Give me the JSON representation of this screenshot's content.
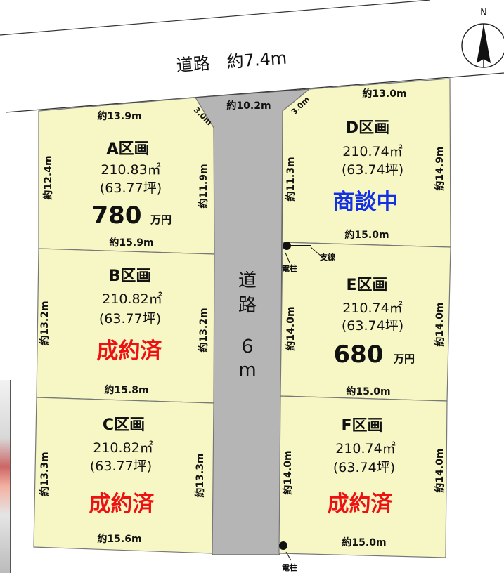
{
  "colors": {
    "lot_fill": "#f7f7c5",
    "road_fill": "#b5b5b5",
    "sold": "#ee1111",
    "negotiating": "#1330e6"
  },
  "road_top_label": "道路　約7.4m",
  "road_center": {
    "c1": "道",
    "c2": "路",
    "c3": "６",
    "c4": "m"
  },
  "north_label": "N",
  "corner_cut": {
    "left": "3.0m",
    "right": "3.0m"
  },
  "road_width_top": "約10.2m",
  "lots": {
    "A": {
      "title": "A区画",
      "area": "210.83㎡",
      "tsubo": "(63.77坪)",
      "price": "780",
      "price_unit": "万円",
      "top": "約13.9m",
      "left": "約12.4m",
      "right": "約11.9m",
      "bottom": "約15.9m"
    },
    "B": {
      "title": "B区画",
      "area": "210.82㎡",
      "tsubo": "(63.77坪)",
      "status": "成約済",
      "left": "約13.2m",
      "right": "約13.2m",
      "bottom": "約15.8m"
    },
    "C": {
      "title": "C区画",
      "area": "210.82㎡",
      "tsubo": "(63.77坪)",
      "status": "成約済",
      "left": "約13.3m",
      "right": "約13.3m",
      "bottom": "約15.6m"
    },
    "D": {
      "title": "D区画",
      "area": "210.74㎡",
      "tsubo": "(63.74坪)",
      "status": "商談中",
      "top": "約13.0m",
      "left": "約11.3m",
      "right": "約14.9m",
      "bottom": "約15.0m"
    },
    "E": {
      "title": "E区画",
      "area": "210.74㎡",
      "tsubo": "(63.74坪)",
      "price": "680",
      "price_unit": "万円",
      "left": "約14.0m",
      "right": "約14.0m",
      "bottom": "約15.0m"
    },
    "F": {
      "title": "F区画",
      "area": "210.74㎡",
      "tsubo": "(63.74坪)",
      "status": "成約済",
      "left": "約14.0m",
      "right": "約14.0m",
      "bottom": "約15.0m"
    }
  },
  "markers": {
    "pole_top": "電柱",
    "stay_wire": "支線",
    "pole_bottom": "電柱"
  }
}
